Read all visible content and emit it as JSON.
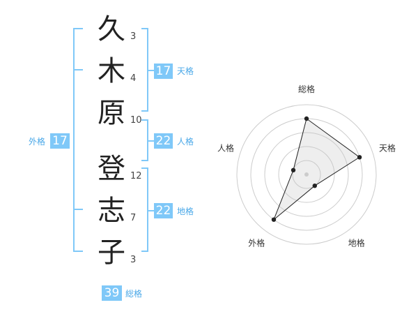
{
  "name_chars": [
    {
      "char": "久",
      "strokes": "3"
    },
    {
      "char": "木",
      "strokes": "4"
    },
    {
      "char": "原",
      "strokes": "10"
    },
    {
      "char": "登",
      "strokes": "12"
    },
    {
      "char": "志",
      "strokes": "7"
    },
    {
      "char": "子",
      "strokes": "3"
    }
  ],
  "fortune": {
    "tenkaku": {
      "value": "17",
      "label": "天格"
    },
    "jinkaku": {
      "value": "22",
      "label": "人格"
    },
    "chikaku": {
      "value": "22",
      "label": "地格"
    },
    "gaikaku": {
      "value": "17",
      "label": "外格"
    },
    "soukaku": {
      "value": "39",
      "label": "総格"
    }
  },
  "colors": {
    "accent": "#7fc8f8",
    "label_text": "#4aa8e8"
  },
  "chart_data": {
    "type": "radar",
    "axes": [
      "総格",
      "天格",
      "地格",
      "外格",
      "人格"
    ],
    "values": [
      4,
      4,
      1,
      4,
      1
    ],
    "max": 5
  }
}
